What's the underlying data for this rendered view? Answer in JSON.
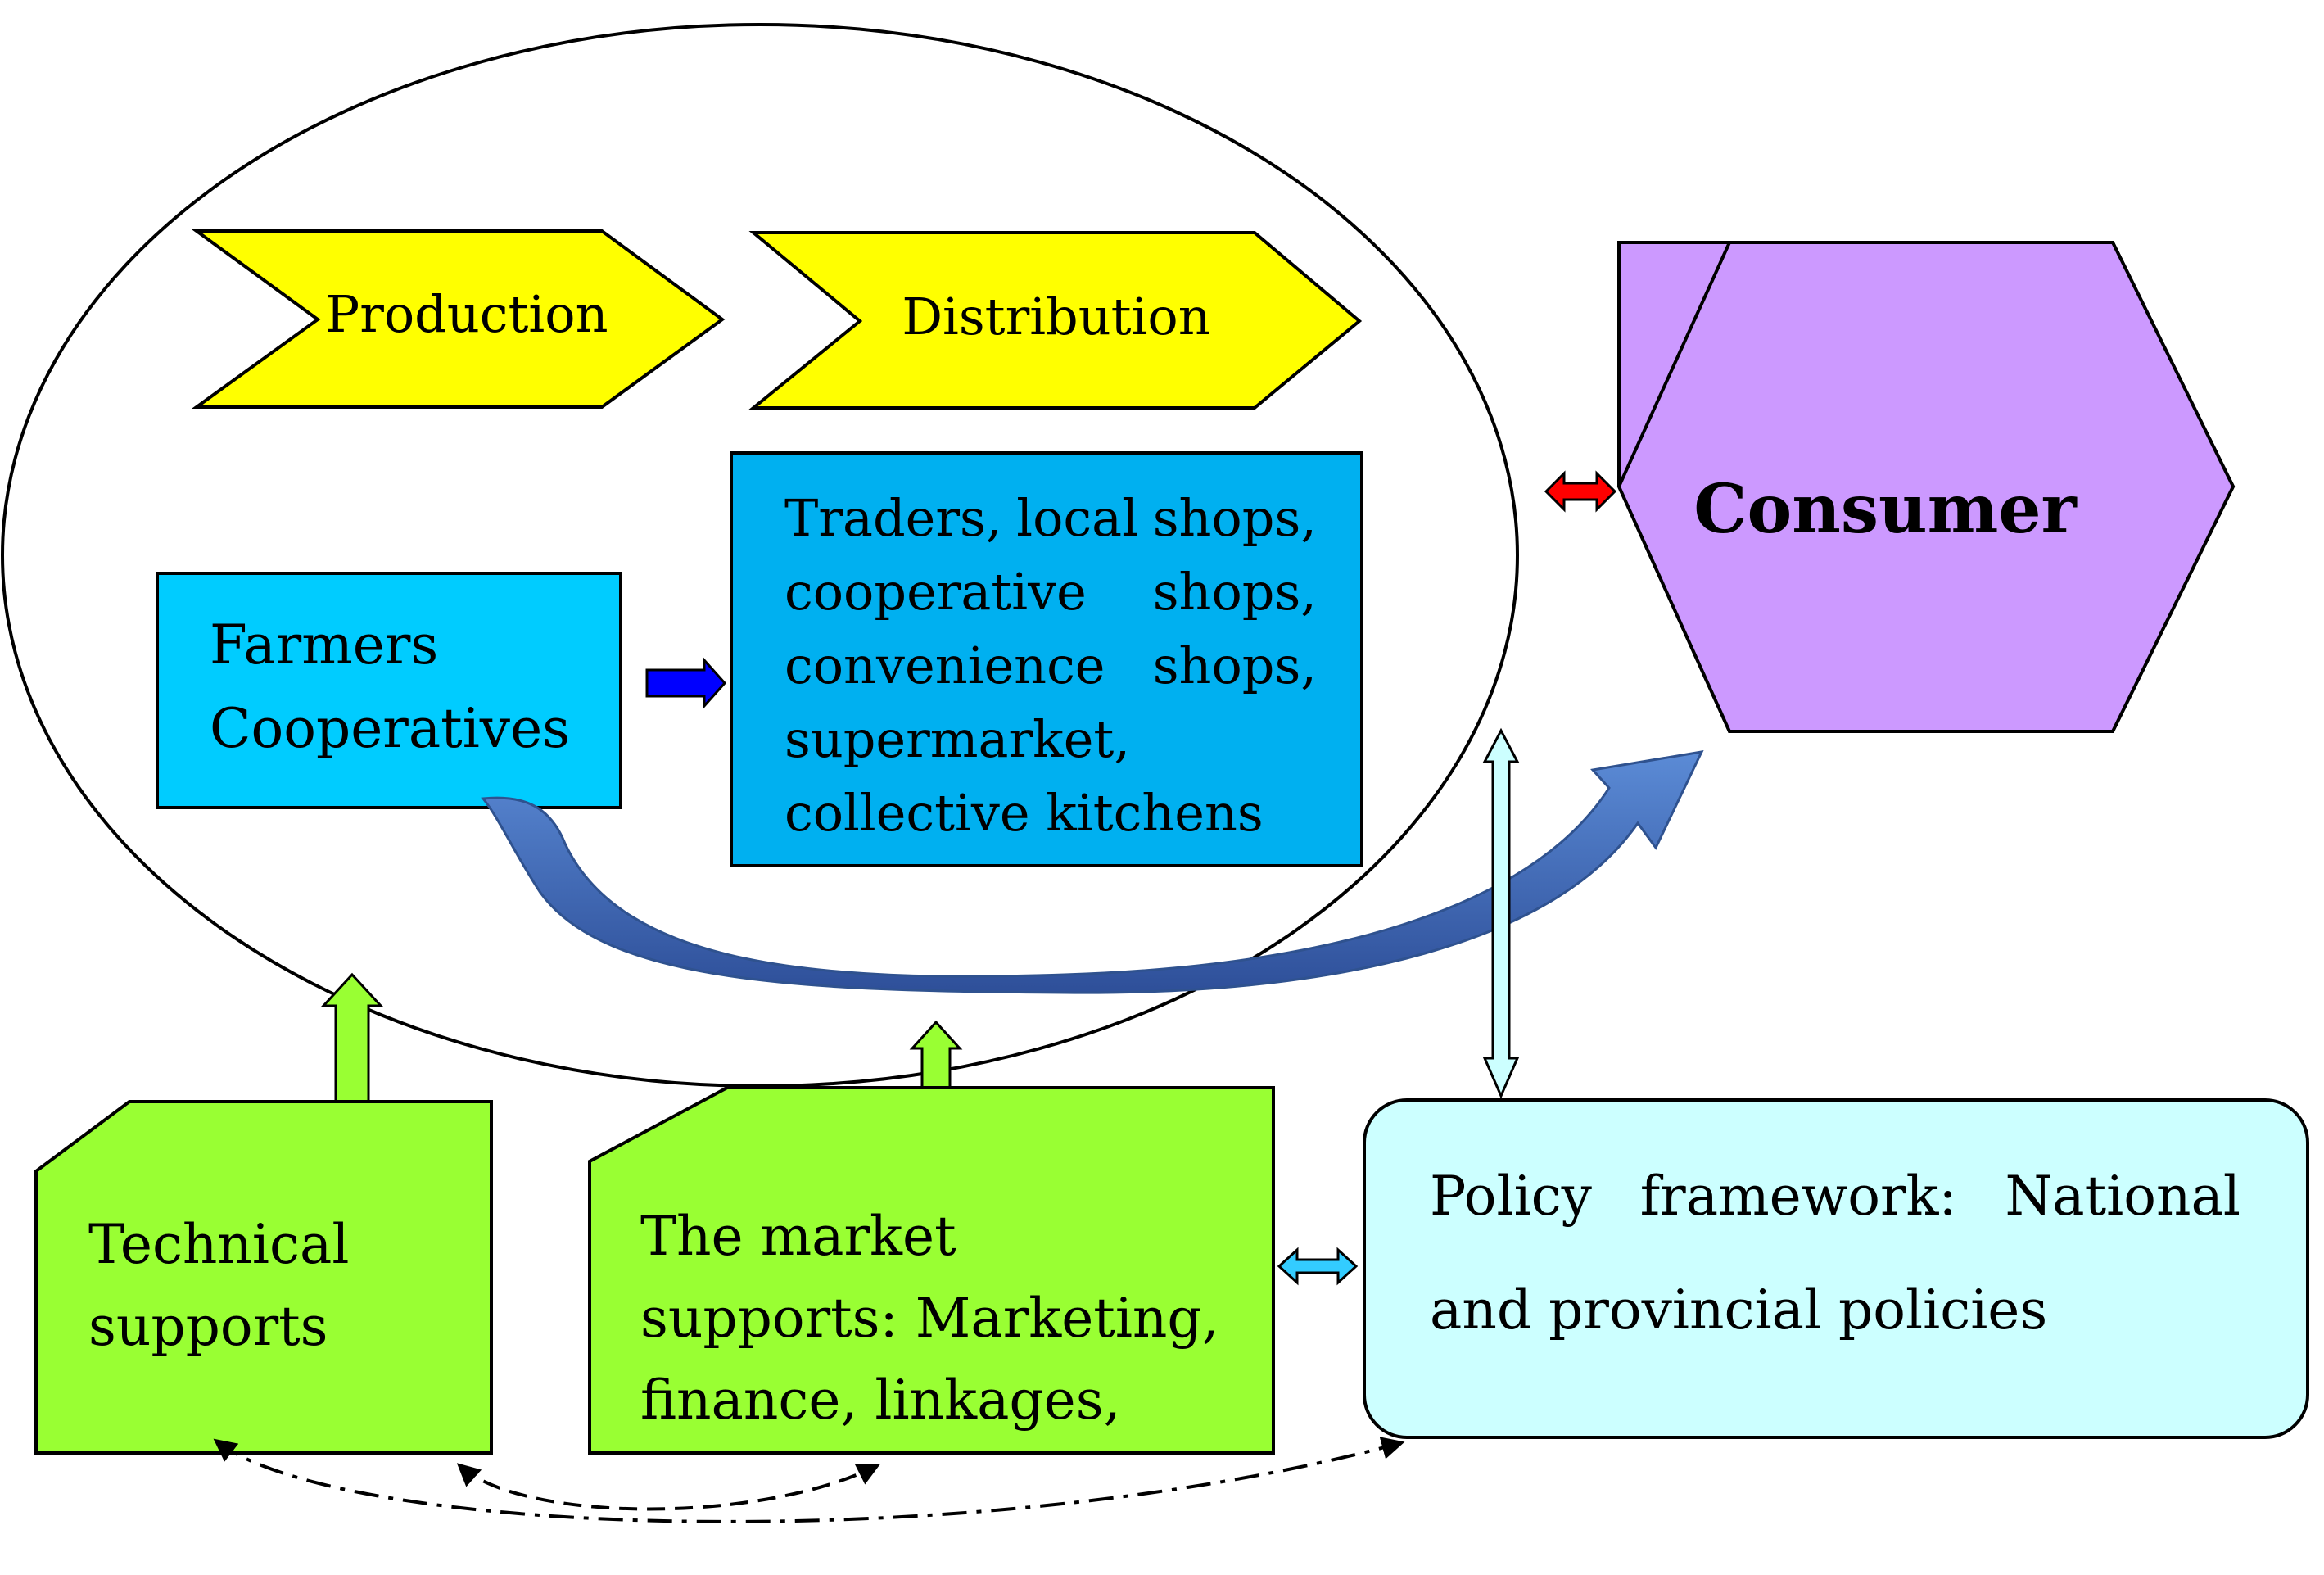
{
  "chevrons": {
    "production": "Production",
    "distribution": "Distribution"
  },
  "farmers_box": {
    "line1": "Farmers",
    "line2": "Cooperatives"
  },
  "distribution_box": {
    "lines": [
      [
        "Traders,",
        "local",
        "shops,"
      ],
      [
        "cooperative",
        "shops,"
      ],
      [
        "convenience",
        "shops,"
      ],
      [
        "supermarket,"
      ],
      [
        "collective kitchens"
      ]
    ]
  },
  "consumer": "Consumer",
  "technical_box": {
    "line1": "Technical",
    "line2": "supports"
  },
  "market_box": {
    "line1": "The market",
    "line2": "supports: Marketing,",
    "line3": "finance, linkages,"
  },
  "policy_box": {
    "line1_words": [
      "Policy",
      "framework:",
      "National"
    ],
    "line2": "and provincial policies"
  },
  "colors": {
    "chevron_fill": "#ffff00",
    "farmers_fill": "#00ccff",
    "distribution_fill": "#00b0f0",
    "consumer_fill": "#cc99ff",
    "support_fill": "#99ff33",
    "policy_fill": "#ccffff",
    "big_arrow": "#4472c4",
    "red_arrow": "#ff0000",
    "blue_arrow": "#0000ff"
  }
}
